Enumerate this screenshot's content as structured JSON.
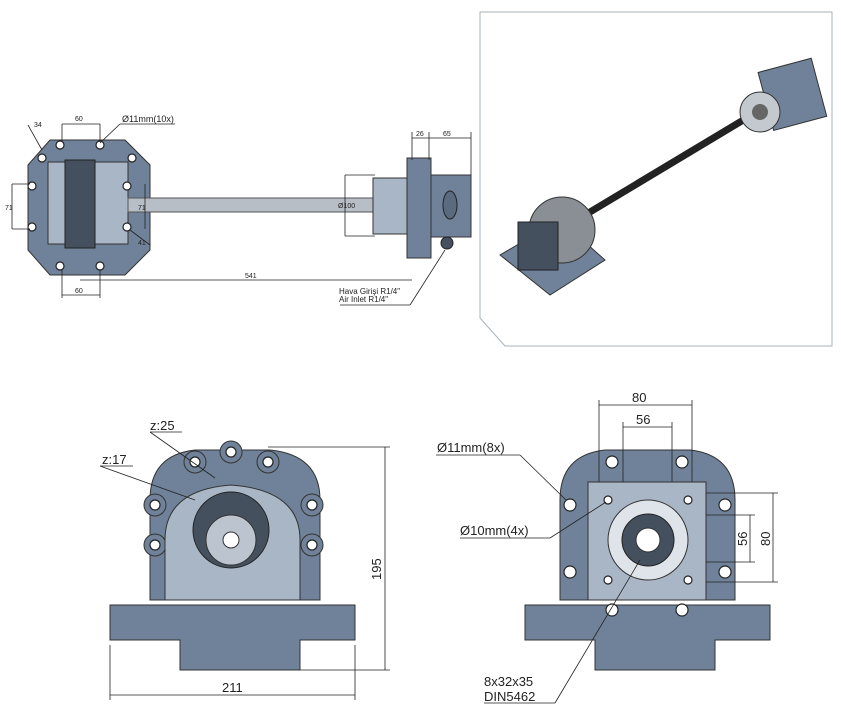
{
  "top_view": {
    "dims": {
      "d34": "34",
      "d60_top": "60",
      "hole_note": "Ø11mm(10x)",
      "d71_left": "71",
      "d71_right": "71",
      "d41": "41",
      "d100": "Ø100",
      "d541": "541",
      "d60_bottom": "60",
      "d26": "26",
      "d65": "65"
    },
    "air_inlet_tr": "Hava Girişi R1/4\"",
    "air_inlet_en": "Air Inlet R1/4\""
  },
  "front_view": {
    "z25": "z:25",
    "z17": "z:17",
    "d195": "195",
    "d211": "211"
  },
  "rear_view": {
    "d80_top": "80",
    "d56_top": "56",
    "hole_note_8": "Ø11mm(8x)",
    "hole_note_4": "Ø10mm(4x)",
    "d56_side": "56",
    "d80_side": "80",
    "spline_1": "8x32x35",
    "spline_2": "DIN5462"
  }
}
